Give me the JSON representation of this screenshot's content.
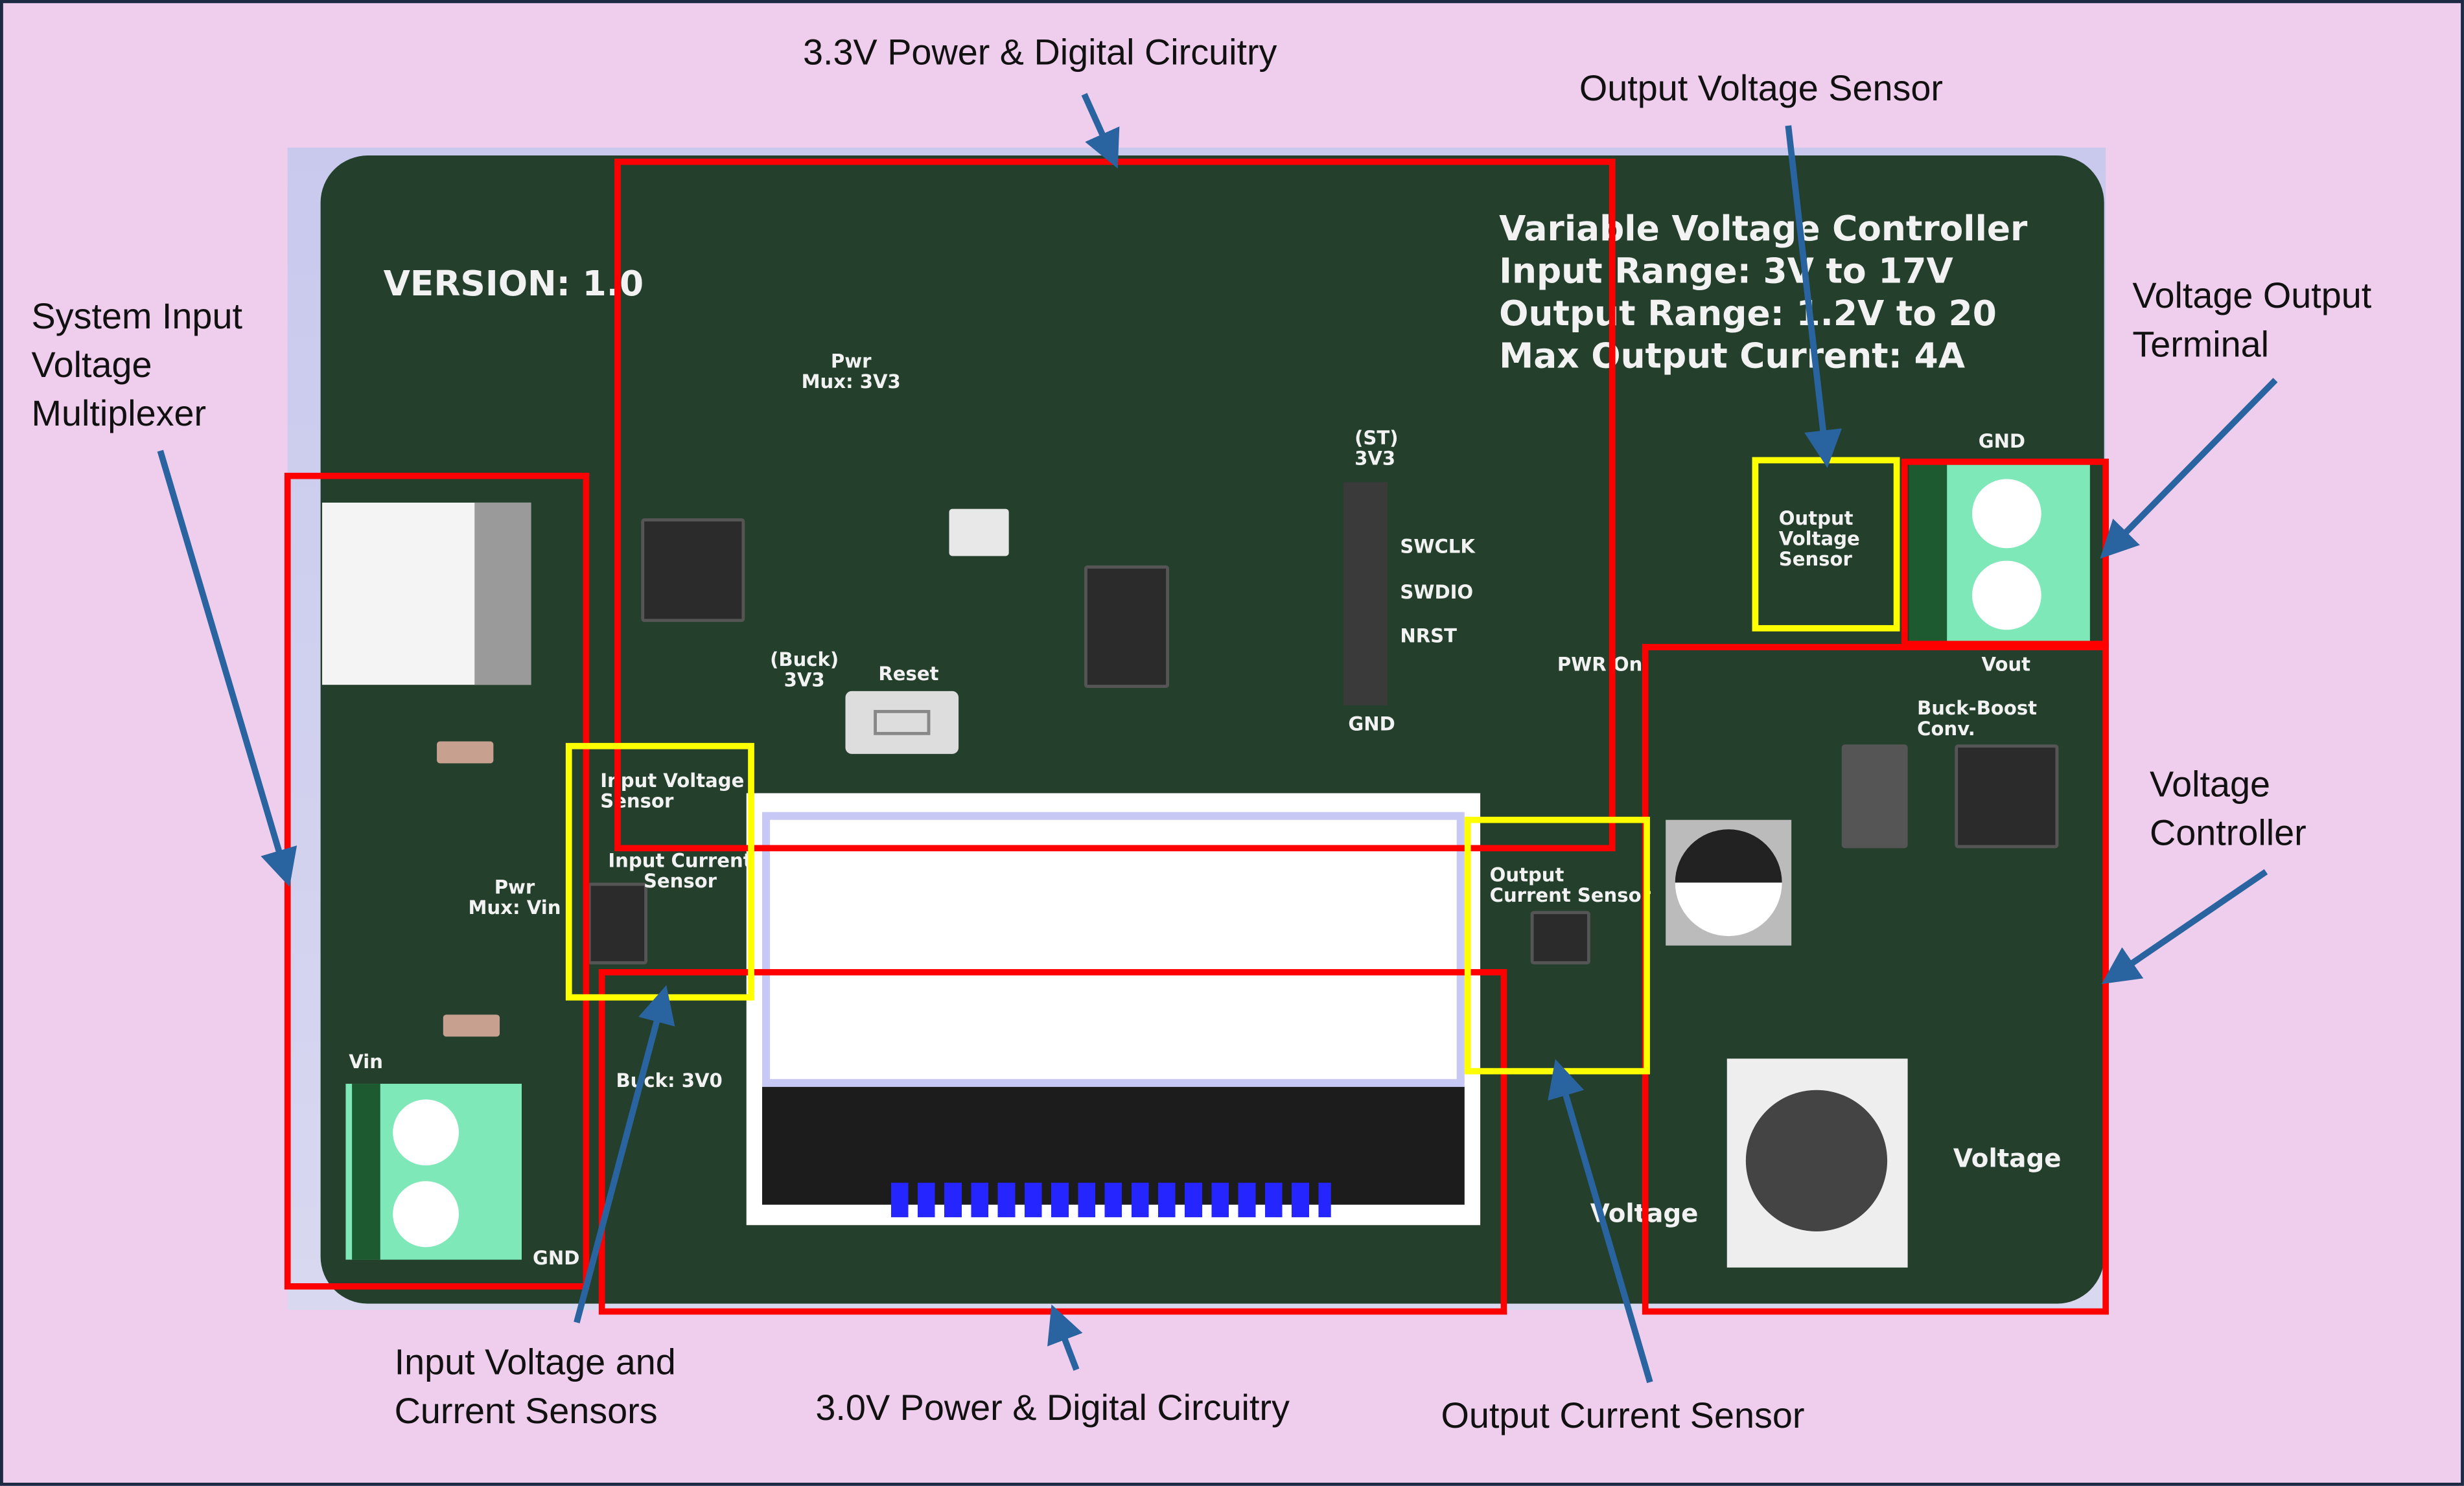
{
  "annotations": {
    "power_3v3": "3.3V Power & Digital Circuitry",
    "output_voltage_sensor": "Output Voltage Sensor",
    "system_input_mux": "System Input\nVoltage\nMultiplexer",
    "voltage_output_terminal": "Voltage Output\nTerminal",
    "voltage_controller": "Voltage\nController",
    "input_sensors": "Input Voltage and\nCurrent Sensors",
    "power_3v0": "3.0V Power & Digital Circuitry",
    "output_current_sensor": "Output Current Sensor"
  },
  "board": {
    "version": "VERSION: 1.0",
    "title_lines": [
      "Variable Voltage Controller",
      "Input Range: 3V to 17V",
      "Output Range: 1.2V to 20",
      "Max Output Current: 4A"
    ],
    "silkscreen": {
      "pwr_mux_3v3": "Pwr\nMux: 3V3",
      "buck_3v3": "(Buck)\n3V3",
      "reset": "Reset",
      "st_3v3": "(ST)\n3V3",
      "swclk": "SWCLK",
      "swdio": "SWDIO",
      "nrst": "NRST",
      "gnd_header": "GND",
      "pwr_on": "PWR On",
      "input_voltage_sensor": "Input Voltage\nSensor",
      "input_current_sensor": "Input Current\nSensor",
      "output_current_sensor": "Output\nCurrent Sensor",
      "output_voltage_sensor": "Output\nVoltage\nSensor",
      "buck_boost": "Buck-Boost\nConv.",
      "gnd_out": "GND",
      "vout": "Vout",
      "voltage_up": "Voltage",
      "voltage_down": "Voltage",
      "vin": "Vin",
      "gnd_in": "GND",
      "pwr_mux_vin": "Pwr\nMux: Vin",
      "buck_3v0": "Buck: 3V0"
    }
  },
  "colors": {
    "background": "#efcdec",
    "board": "#24402c",
    "region_box": "#ff0000",
    "sensor_box": "#ffff00",
    "arrow": "#2a64a0",
    "terminal": "#7ee8b8"
  }
}
